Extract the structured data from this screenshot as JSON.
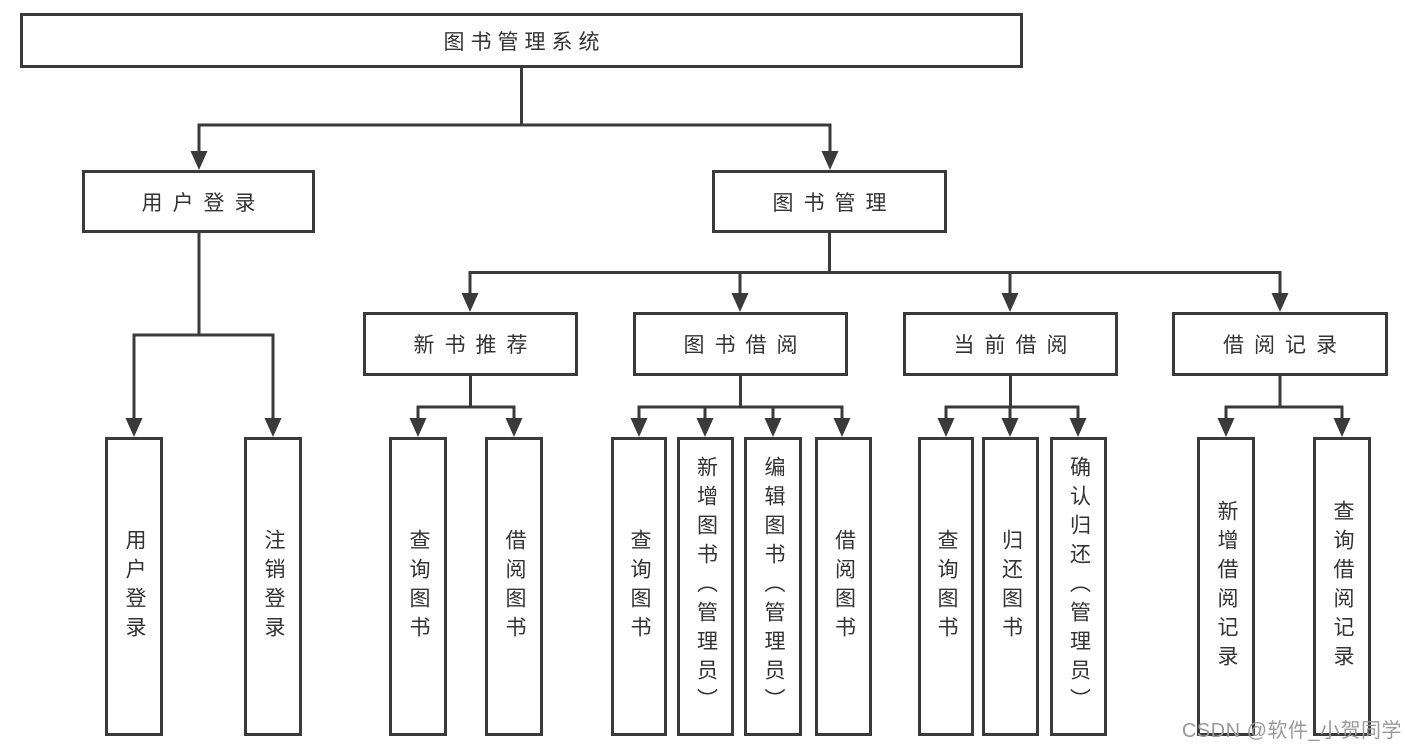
{
  "diagram": {
    "root": "图书管理系统",
    "level2": {
      "user_login": "用户登录",
      "book_management": "图书管理"
    },
    "level3": {
      "new_book": "新书推荐",
      "book_borrow": "图书借阅",
      "current_borrow": "当前借阅",
      "borrow_record": "借阅记录"
    },
    "leaves": {
      "user_login": [
        "用户登录",
        "注销登录"
      ],
      "new_book": [
        "查询图书",
        "借阅图书"
      ],
      "book_borrow": [
        "查询图书",
        "新增图书（管理员）",
        "编辑图书（管理员）",
        "借阅图书"
      ],
      "current_borrow": [
        "查询图书",
        "归还图书",
        "确认归还（管理员）"
      ],
      "borrow_record": [
        "新增借阅记录",
        "查询借阅记录"
      ]
    }
  },
  "watermark": "CSDN @软件_小贺同学",
  "colors": {
    "line": "#3a3a3a",
    "text": "#333333",
    "watermark": "#9a9a9a",
    "background": "#ffffff"
  }
}
